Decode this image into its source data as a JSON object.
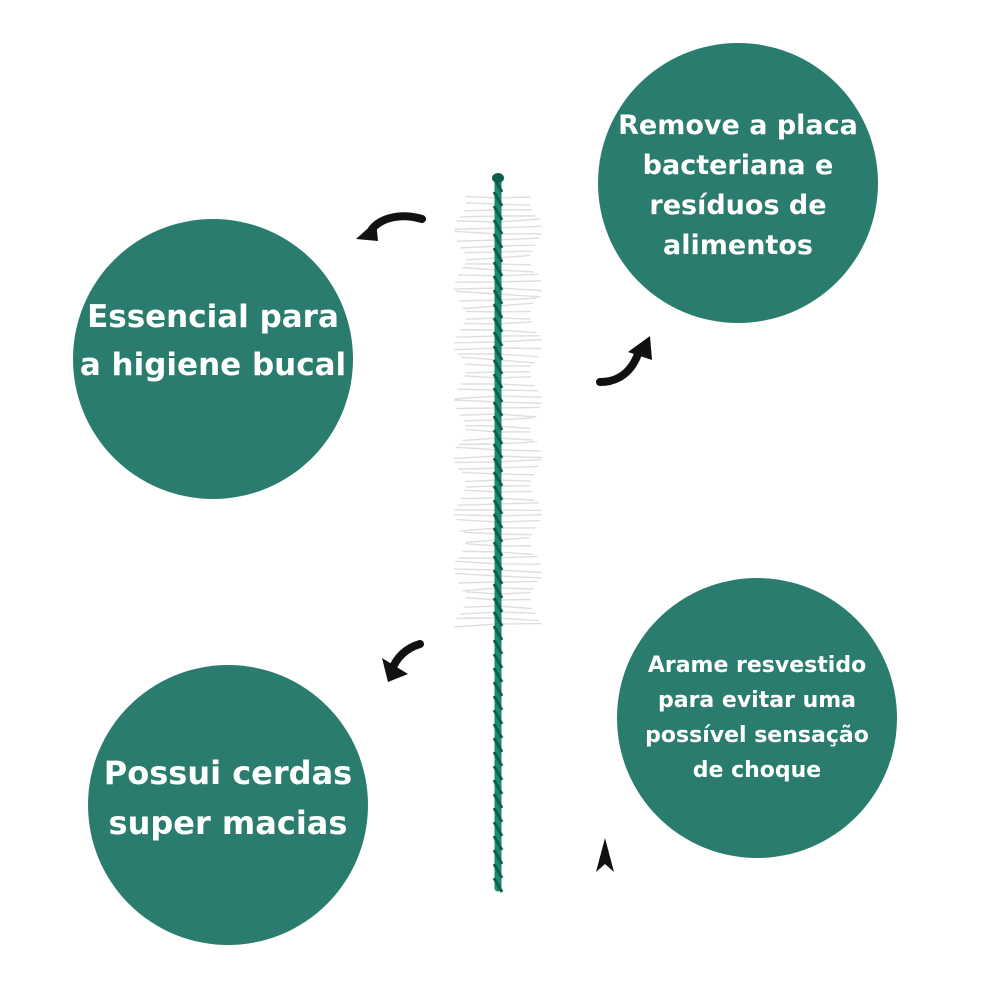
{
  "colors": {
    "bubble": "#2a7d6e",
    "bubble_text": "#ffffff",
    "wire": "#1a8a72",
    "wire_dark": "#0e5e4c",
    "bristles": "#d9d9d9",
    "arrow": "#111111",
    "background": "#ffffff"
  },
  "features": {
    "essencial": "Essencial para\na higiene bucal",
    "remove_placa": "Remove a placa\nbacteriana e\nresíduos de\nalimentos",
    "cerdas": "Possui cerdas\nsuper macias",
    "arame": "Arame resvestido\npara evitar uma\npossível sensação\nde choque"
  },
  "icons": {
    "product": "interdental-brush",
    "arrows": [
      "curved-arrow-icon",
      "curved-arrow-icon",
      "curved-arrow-icon",
      "arrow-tip-icon"
    ]
  }
}
